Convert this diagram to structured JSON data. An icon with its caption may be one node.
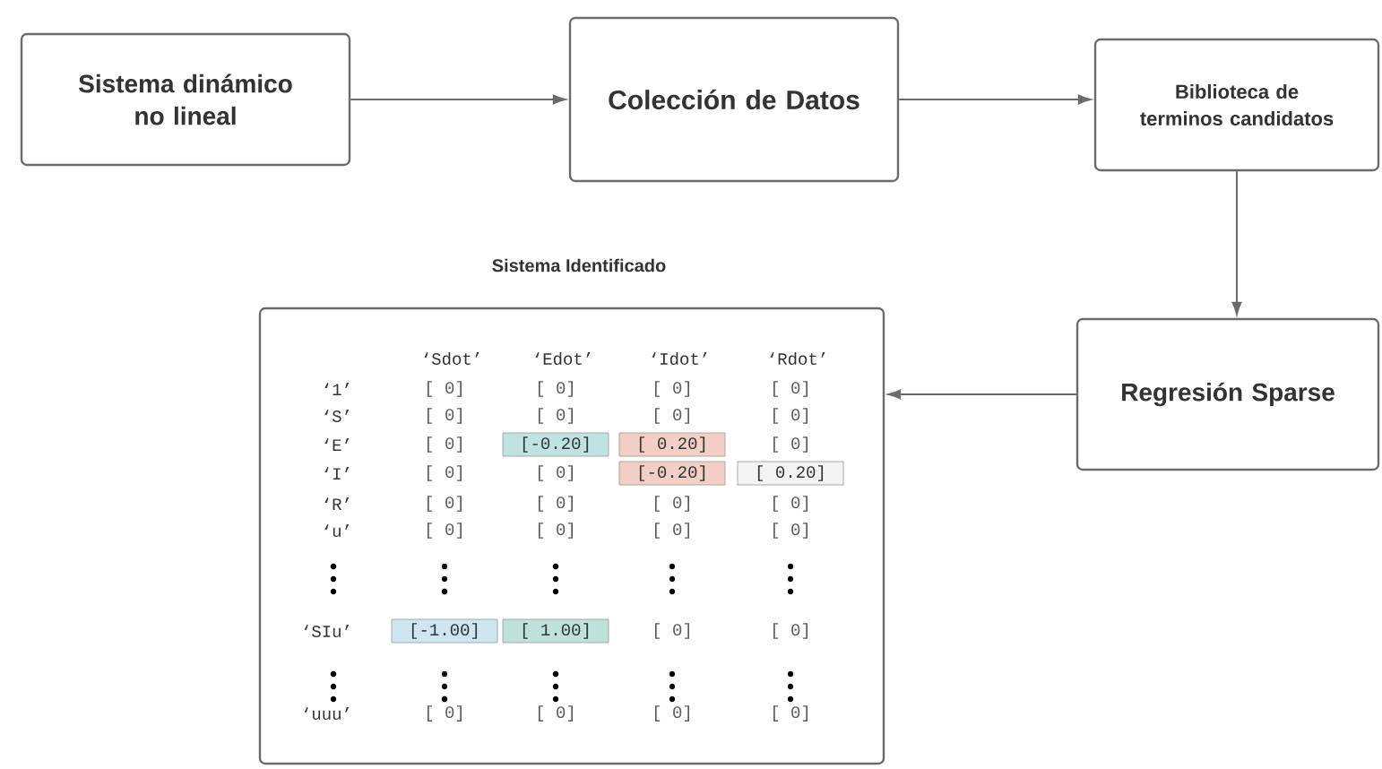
{
  "diagram": {
    "nodes": [
      {
        "text": [
          "Sistema dinámico no lineal"
        ]
      },
      {
        "text": [
          "Colección de Datos"
        ]
      },
      {
        "text": [
          "Biblioteca de terminos candidatos"
        ]
      },
      {
        "text": [
          "Regresión Sparse"
        ]
      },
      {
        "text": [
          "Sistema Identificado"
        ]
      }
    ],
    "edges": [
      {
        "from": 0,
        "to": 1,
        "arrow": "to"
      },
      {
        "from": 1,
        "to": 2,
        "arrow": "to"
      },
      {
        "from": 2,
        "to": 3,
        "arrow": "to"
      },
      {
        "from": 3,
        "to": 4,
        "arrow": "to"
      }
    ],
    "labels": [
      "‘Sdot’",
      "‘Edot’",
      "‘Idot’",
      "‘Rdot’",
      "‘1’",
      "[ 0]",
      "[ 0]",
      "[ 0]",
      "[ 0]",
      "‘S’",
      "[ 0]",
      "[ 0]",
      "[ 0]",
      "[ 0]",
      "‘E’",
      "[ 0]",
      "[-0.20]",
      "[ 0.20]",
      "[ 0]",
      "‘I’",
      "[ 0]",
      "[ 0]",
      "[-0.20]",
      "[ 0.20]",
      "‘R’",
      "[ 0]",
      "[ 0]",
      "[ 0]",
      "[ 0]",
      "‘u’",
      "[ 0]",
      "[ 0]",
      "[ 0]",
      "[ 0]",
      "‘SIu’",
      "[-1.00]",
      "[ 1.00]",
      "[ 0]",
      "[ 0]",
      "‘uuu’",
      "[ 0]",
      "[ 0]",
      "[ 0]",
      "[ 0]"
    ]
  }
}
